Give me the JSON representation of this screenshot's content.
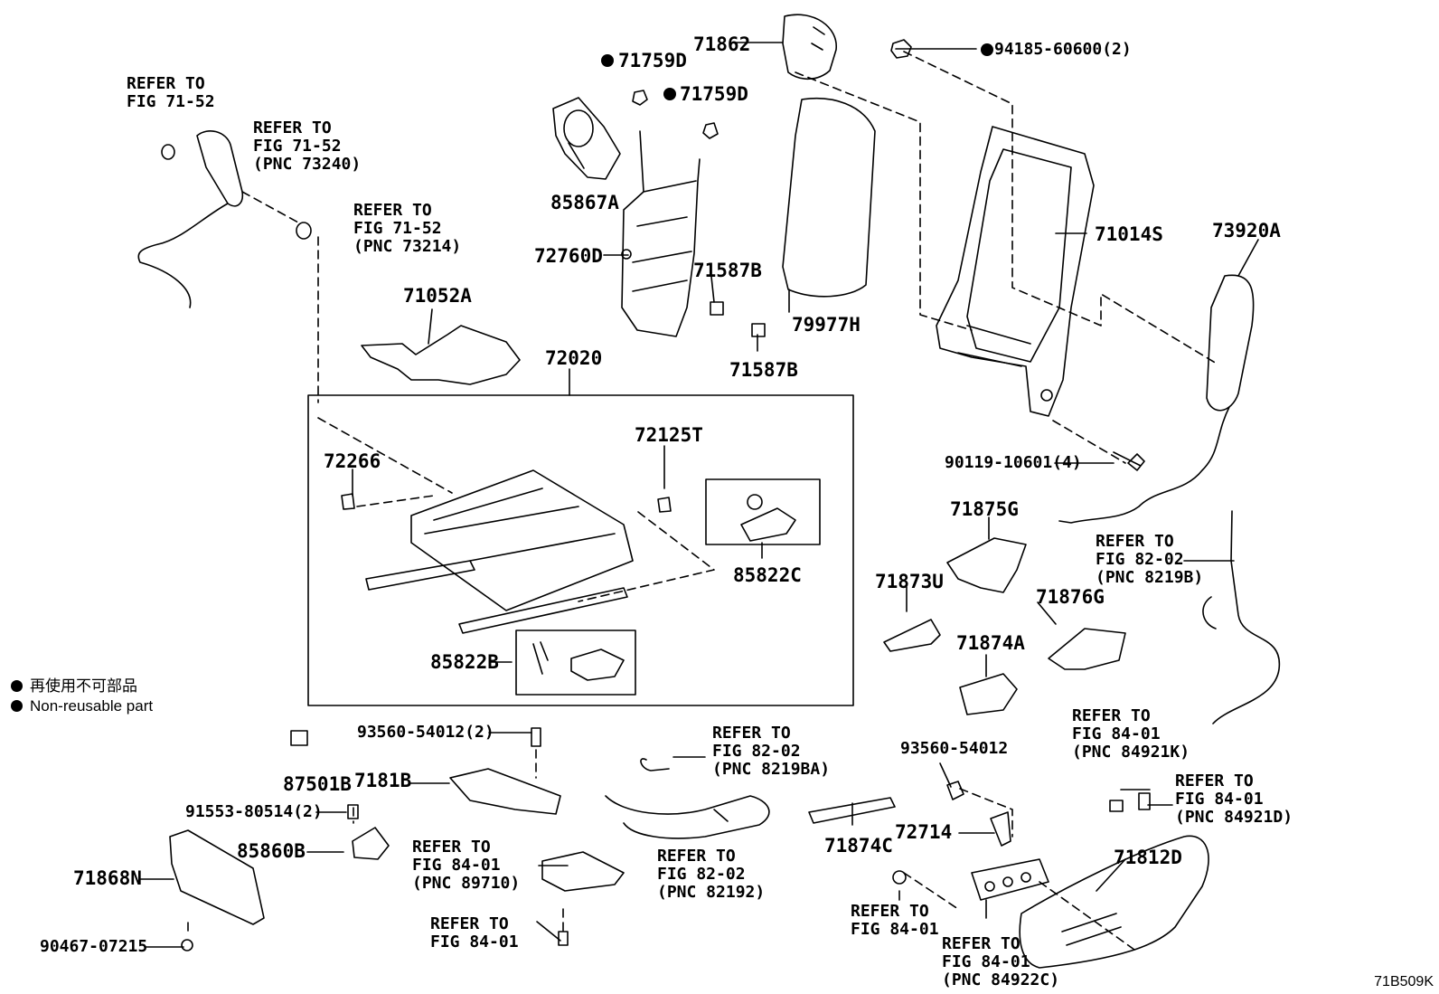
{
  "parts": {
    "p71862": "71862",
    "p94185": "94185-60600(2)",
    "p71759D_1": "71759D",
    "p71759D_2": "71759D",
    "p85867A": "85867A",
    "p72760D": "72760D",
    "p71587B_1": "71587B",
    "p71587B_2": "71587B",
    "p79977H": "79977H",
    "p71014S": "71014S",
    "p73920A": "73920A",
    "p71052A": "71052A",
    "p72020": "72020",
    "p72266": "72266",
    "p72125T": "72125T",
    "p85822C": "85822C",
    "p85822B": "85822B",
    "p90119": "90119-10601(4)",
    "p71875G": "71875G",
    "p71873U": "71873U",
    "p71876G": "71876G",
    "p71874A": "71874A",
    "p93560_2": "93560-54012(2)",
    "p87501B": "87501B",
    "p7181B": "7181B",
    "p91553": "91553-80514(2)",
    "p85860B": "85860B",
    "p71868N": "71868N",
    "p90467": "90467-07215",
    "p93560": "93560-54012",
    "p72714": "72714",
    "p71874C": "71874C",
    "p71812D": "71812D"
  },
  "refs": {
    "r1": "REFER TO\nFIG 71-52",
    "r2": "REFER TO\nFIG 71-52\n(PNC 73240)",
    "r3": "REFER TO\nFIG 71-52\n(PNC 73214)",
    "r4": "REFER TO\nFIG 82-02\n(PNC 8219B)",
    "r5": "REFER TO\nFIG 82-02\n(PNC 8219BA)",
    "r6": "REFER TO\nFIG 84-01\n(PNC 89710)",
    "r7": "REFER TO\nFIG 82-02\n(PNC 82192)",
    "r8": "REFER TO\nFIG 84-01",
    "r9": "REFER TO\nFIG 84-01\n(PNC 84921K)",
    "r10": "REFER TO\nFIG 84-01\n(PNC 84921D)",
    "r11": "REFER TO\nFIG 84-01",
    "r12": "REFER TO\nFIG 84-01\n(PNC 84922C)"
  },
  "legend": {
    "line1": "再使用不可部品",
    "line2": "Non-reusable part"
  },
  "diagram_code": "71B509K"
}
